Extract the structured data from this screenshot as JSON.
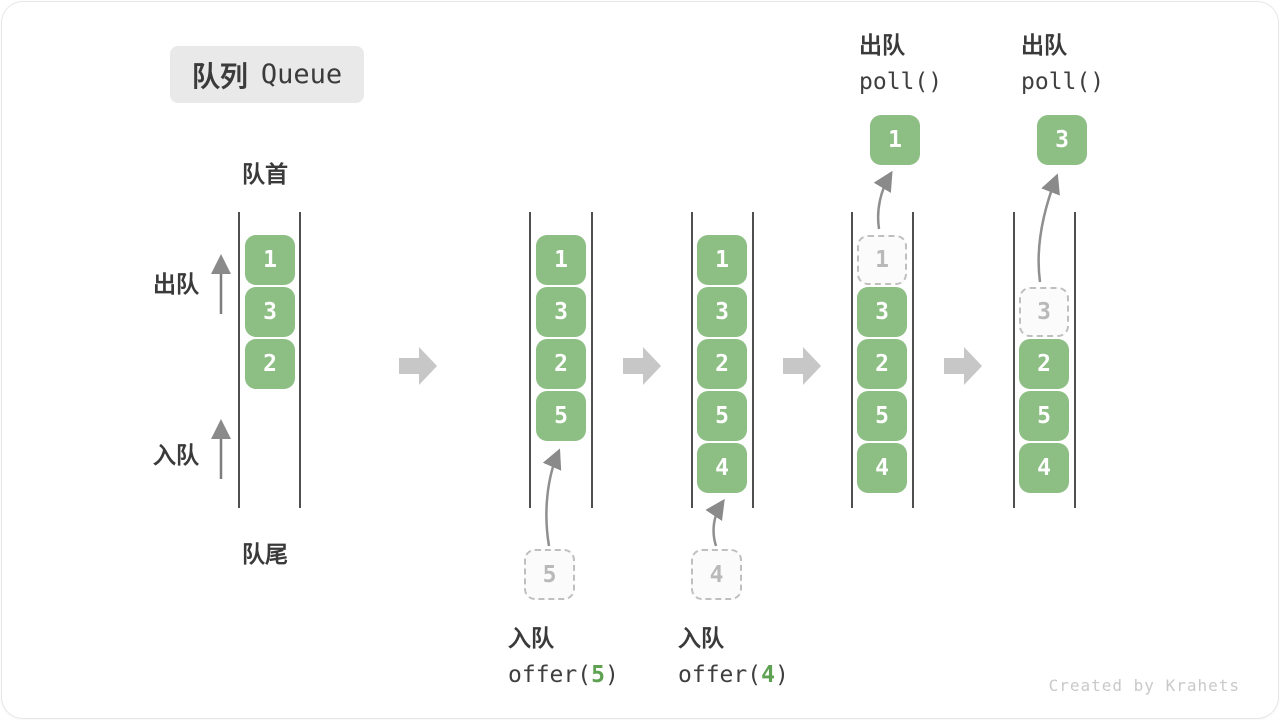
{
  "title": {
    "zh": "队列",
    "en": "Queue"
  },
  "side_labels": {
    "front": "队首",
    "rear": "队尾",
    "dequeue": "出队",
    "enqueue": "入队"
  },
  "queues": [
    {
      "name": "initial",
      "cells": [
        {
          "v": "1",
          "state": "solid"
        },
        {
          "v": "3",
          "state": "solid"
        },
        {
          "v": "2",
          "state": "solid"
        }
      ]
    },
    {
      "name": "after-offer-5",
      "cells": [
        {
          "v": "1",
          "state": "solid"
        },
        {
          "v": "3",
          "state": "solid"
        },
        {
          "v": "2",
          "state": "solid"
        },
        {
          "v": "5",
          "state": "solid"
        }
      ],
      "incoming": "5",
      "op": {
        "label": "入队",
        "code_prefix": "offer(",
        "code_arg": "5",
        "code_suffix": ")"
      }
    },
    {
      "name": "after-offer-4",
      "cells": [
        {
          "v": "1",
          "state": "solid"
        },
        {
          "v": "3",
          "state": "solid"
        },
        {
          "v": "2",
          "state": "solid"
        },
        {
          "v": "5",
          "state": "solid"
        },
        {
          "v": "4",
          "state": "solid"
        }
      ],
      "incoming": "4",
      "op": {
        "label": "入队",
        "code_prefix": "offer(",
        "code_arg": "4",
        "code_suffix": ")"
      }
    },
    {
      "name": "after-poll-1",
      "cells": [
        {
          "v": "1",
          "state": "ghost"
        },
        {
          "v": "3",
          "state": "solid"
        },
        {
          "v": "2",
          "state": "solid"
        },
        {
          "v": "5",
          "state": "solid"
        },
        {
          "v": "4",
          "state": "solid"
        }
      ],
      "out": "1",
      "op": {
        "label": "出队",
        "code": "poll()"
      }
    },
    {
      "name": "after-poll-3",
      "cells": [
        {
          "v": "3",
          "state": "ghost"
        },
        {
          "v": "2",
          "state": "solid"
        },
        {
          "v": "5",
          "state": "solid"
        },
        {
          "v": "4",
          "state": "solid"
        }
      ],
      "out": "3",
      "op": {
        "label": "出队",
        "code": "poll()"
      }
    }
  ],
  "watermark": "Created by Krahets",
  "colors": {
    "cell_green": "#8dbf84",
    "code_arg_green": "#5fa153",
    "block_arrow_gray": "#c7c7c7",
    "thin_arrow_gray": "#8a8a8a"
  }
}
